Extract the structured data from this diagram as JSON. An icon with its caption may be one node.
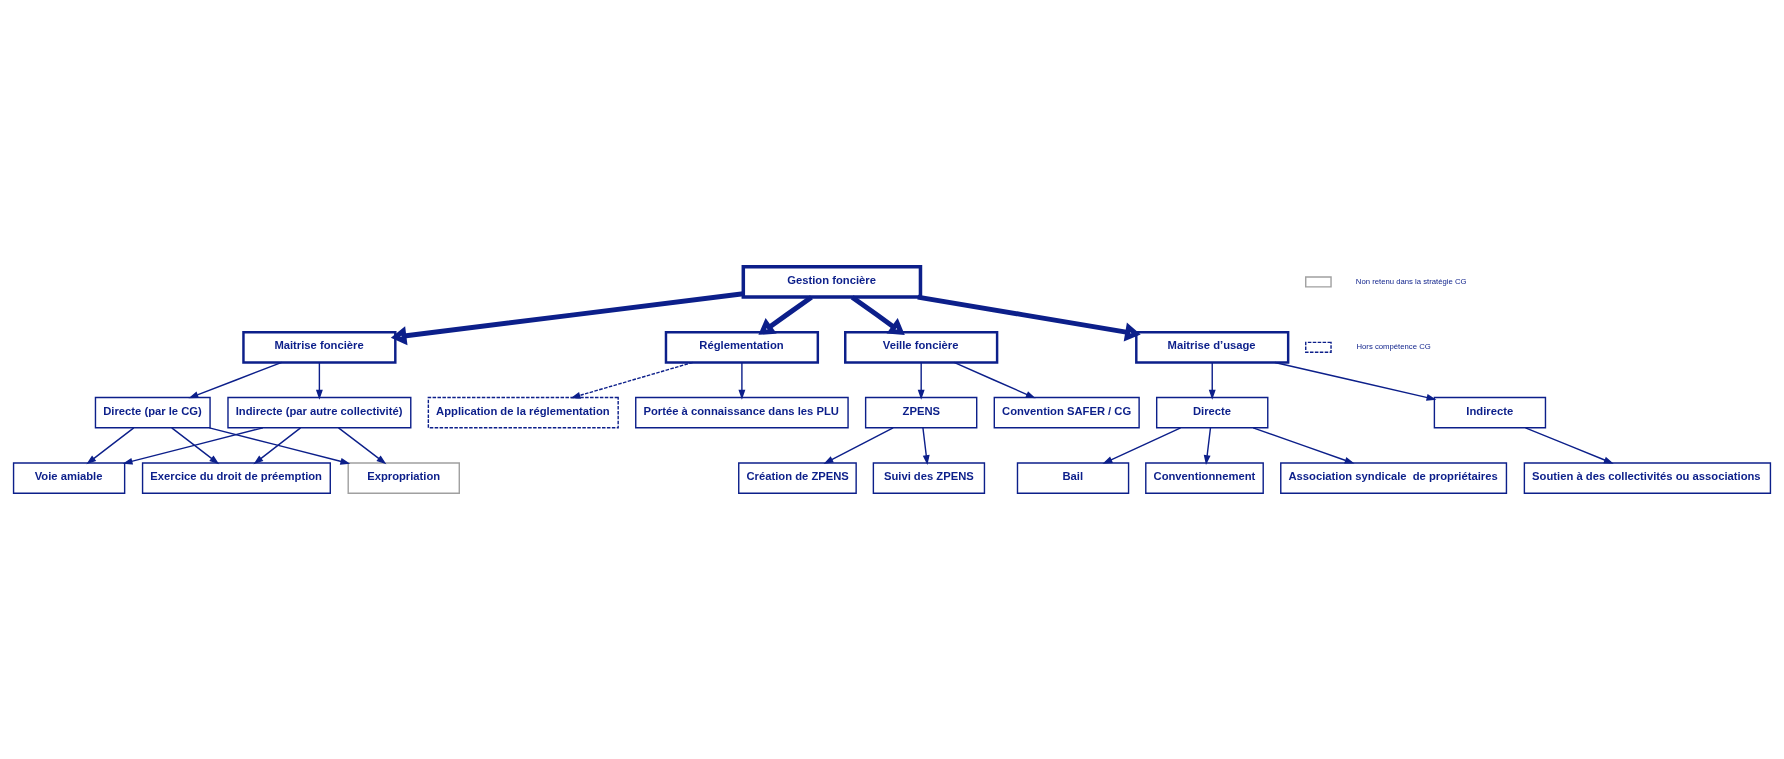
{
  "diagram": {
    "nodes": [
      {
        "text": [
          "Voie amiable"
        ]
      },
      {
        "text": [
          "Exercice du droit de préemption"
        ]
      },
      {
        "text": [
          "Expropriation"
        ]
      },
      {
        "text": [
          "Directe (par le CG)"
        ]
      },
      {
        "text": [
          "Indirecte (par autre collectivité)"
        ]
      },
      {
        "text": [
          "Suivi des ZPENS"
        ]
      },
      {
        "text": [
          "Application de la réglementation"
        ]
      },
      {
        "text": [
          "Maitrise foncière"
        ]
      },
      {
        "text": [
          "ZPENS"
        ]
      },
      {
        "text": [
          "Création de ZPENS"
        ]
      },
      {
        "text": [
          "Réglementation"
        ]
      },
      {
        "text": [
          "Gestion foncière"
        ]
      },
      {
        "text": [
          "Veille foncière"
        ]
      },
      {
        "text": [
          "Portée à connaissance dans les PLU"
        ]
      },
      {
        "text": [
          "Convention SAFER / CG"
        ]
      },
      {
        "text": [
          "Maitrise d’usage"
        ]
      },
      {
        "text": [
          "Directe"
        ]
      },
      {
        "text": [
          "Indirecte"
        ]
      },
      {
        "text": [
          "Bail"
        ]
      },
      {
        "text": [
          "Conventionnement"
        ]
      },
      {
        "text": [
          "Association syndicale  de propriétaires"
        ]
      },
      {
        "text": [
          "Soutien à des collectivités ou associations"
        ]
      }
    ],
    "edges": [
      {
        "from": 11,
        "to": 7,
        "arrow": "to",
        "style": "thick"
      },
      {
        "from": 11,
        "to": 10,
        "arrow": "to",
        "style": "thick"
      },
      {
        "from": 11,
        "to": 12,
        "arrow": "to",
        "style": "thick"
      },
      {
        "from": 11,
        "to": 15,
        "arrow": "to",
        "style": "thick"
      },
      {
        "from": 7,
        "to": 3,
        "arrow": "to"
      },
      {
        "from": 7,
        "to": 4,
        "arrow": "to"
      },
      {
        "from": 3,
        "to": 0,
        "arrow": "to"
      },
      {
        "from": 3,
        "to": 1,
        "arrow": "to"
      },
      {
        "from": 3,
        "to": 2,
        "arrow": "to"
      },
      {
        "from": 4,
        "to": 0,
        "arrow": "to"
      },
      {
        "from": 4,
        "to": 1,
        "arrow": "to"
      },
      {
        "from": 4,
        "to": 2,
        "arrow": "to"
      },
      {
        "from": 10,
        "to": 6,
        "arrow": "to",
        "style": "dashed"
      },
      {
        "from": 10,
        "to": 13,
        "arrow": "to"
      },
      {
        "from": 12,
        "to": 8,
        "arrow": "to"
      },
      {
        "from": 12,
        "to": 14,
        "arrow": "to"
      },
      {
        "from": 8,
        "to": 5,
        "arrow": "to"
      },
      {
        "from": 8,
        "to": 9,
        "arrow": "to"
      },
      {
        "from": 15,
        "to": 16,
        "arrow": "to"
      },
      {
        "from": 15,
        "to": 17,
        "arrow": "to"
      },
      {
        "from": 16,
        "to": 18,
        "arrow": "to"
      },
      {
        "from": 16,
        "to": 19,
        "arrow": "to"
      },
      {
        "from": 16,
        "to": 20,
        "arrow": "to"
      },
      {
        "from": 17,
        "to": 21,
        "arrow": "to"
      }
    ],
    "legend": [
      {
        "text": "Non retenu dans la stratégie CG"
      },
      {
        "text": "Hors compétence CG"
      }
    ]
  }
}
